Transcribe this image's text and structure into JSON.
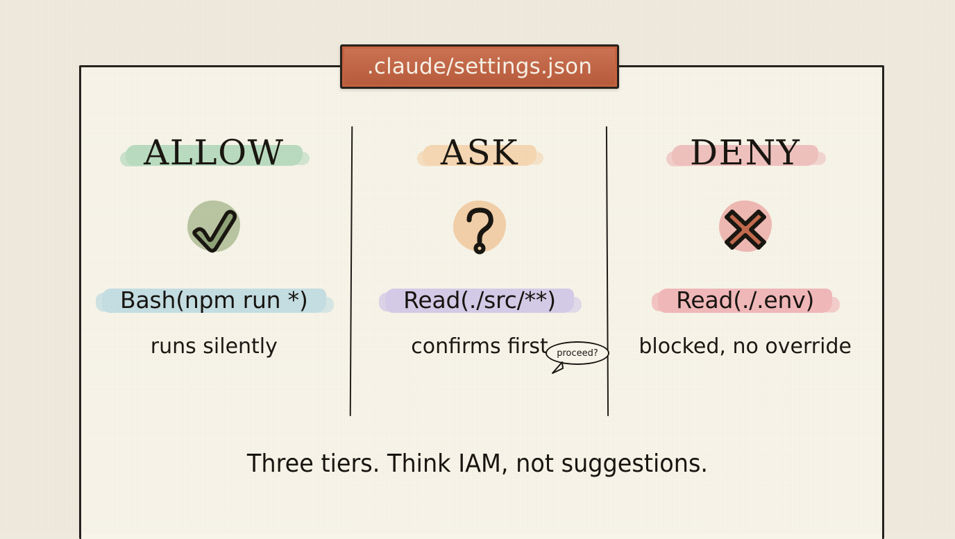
{
  "title_tab": {
    "label": ".claude/settings.json",
    "background_color": "#c5613f",
    "text_color": "#f8f1e7"
  },
  "frame": {
    "background_color": "#f7f4e9",
    "border_color": "#221f1c"
  },
  "page": {
    "background_color": "#efeade"
  },
  "columns": [
    {
      "id": "allow",
      "header": "ALLOW",
      "header_highlight_color": "#a8d5b5",
      "icon": "check-icon",
      "icon_blob_color": "#b9c5a2",
      "icon_stroke_color": "#17140f",
      "icon_fill_color": "#8fa378",
      "code": "Bash(npm run *)",
      "code_highlight_color": "#bcdbe2",
      "caption": "runs silently"
    },
    {
      "id": "ask",
      "header": "ASK",
      "header_highlight_color": "#f6cfa4",
      "icon": "question-mark-icon",
      "icon_blob_color": "#f2cfa8",
      "icon_stroke_color": "#17140f",
      "icon_fill_color": "#f2cfa8",
      "code": "Read(./src/**)",
      "code_highlight_color": "#cfc4ea",
      "caption": "confirms first",
      "bubble": "proceed?"
    },
    {
      "id": "deny",
      "header": "DENY",
      "header_highlight_color": "#eeb3b3",
      "icon": "cross-icon",
      "icon_blob_color": "#efb8b2",
      "icon_stroke_color": "#17140f",
      "icon_fill_color": "#c2684c",
      "code": "Read(./.env)",
      "code_highlight_color": "#f1aeb2",
      "caption": "blocked, no override"
    }
  ],
  "tagline": "Three tiers. Think IAM, not suggestions."
}
